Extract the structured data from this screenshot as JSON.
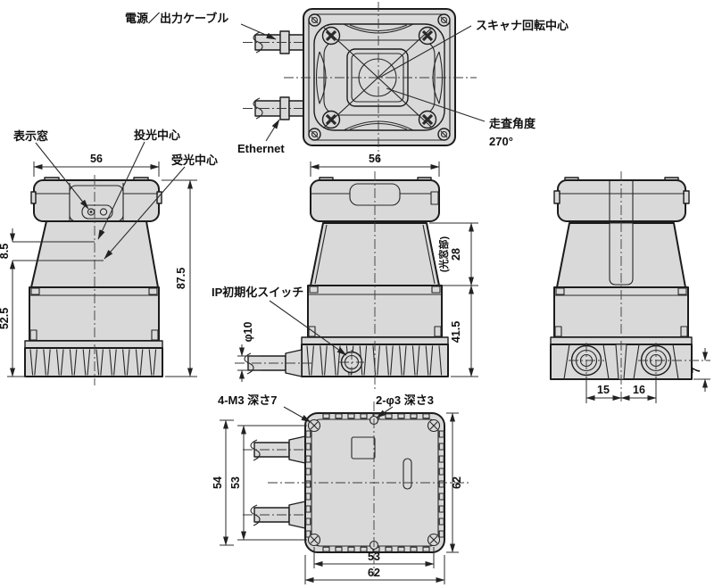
{
  "drawing": {
    "labels": {
      "power_cable": "電源／出力ケーブル",
      "scanner_rotation_center": "スキャナ回転中心",
      "scan_angle_line1": "走査角度",
      "scan_angle_line2": "270°",
      "ethernet": "Ethernet",
      "display_window": "表示窓",
      "emission_center": "投光中心",
      "reception_center": "受光中心",
      "ip_reset_switch": "IP初期化スイッチ",
      "cable_diameter": "φ10",
      "mount_holes_note": "4-M3 深さ7",
      "locating_holes_note": "2-φ3 深さ3",
      "optical_window_note": "(光窓部)"
    },
    "dimensions": {
      "front_top_width": "56",
      "side_top_width": "56",
      "emit_to_recv": "8.5",
      "recv_to_bottom": "52.5",
      "total_height": "87.5",
      "optical_window_height": "28",
      "lower_body_height": "41.5",
      "rear_conn_left": "15",
      "rear_conn_right": "16",
      "rear_conn_height": "7",
      "bottom_left_outer": "54",
      "bottom_left_inner": "53",
      "bottom_right_plate": "62",
      "bottom_lower_inner": "53",
      "bottom_lower_outer": "62"
    },
    "colors": {
      "body_fill": "#d9d9d9",
      "line": "#1c1c1c"
    }
  }
}
